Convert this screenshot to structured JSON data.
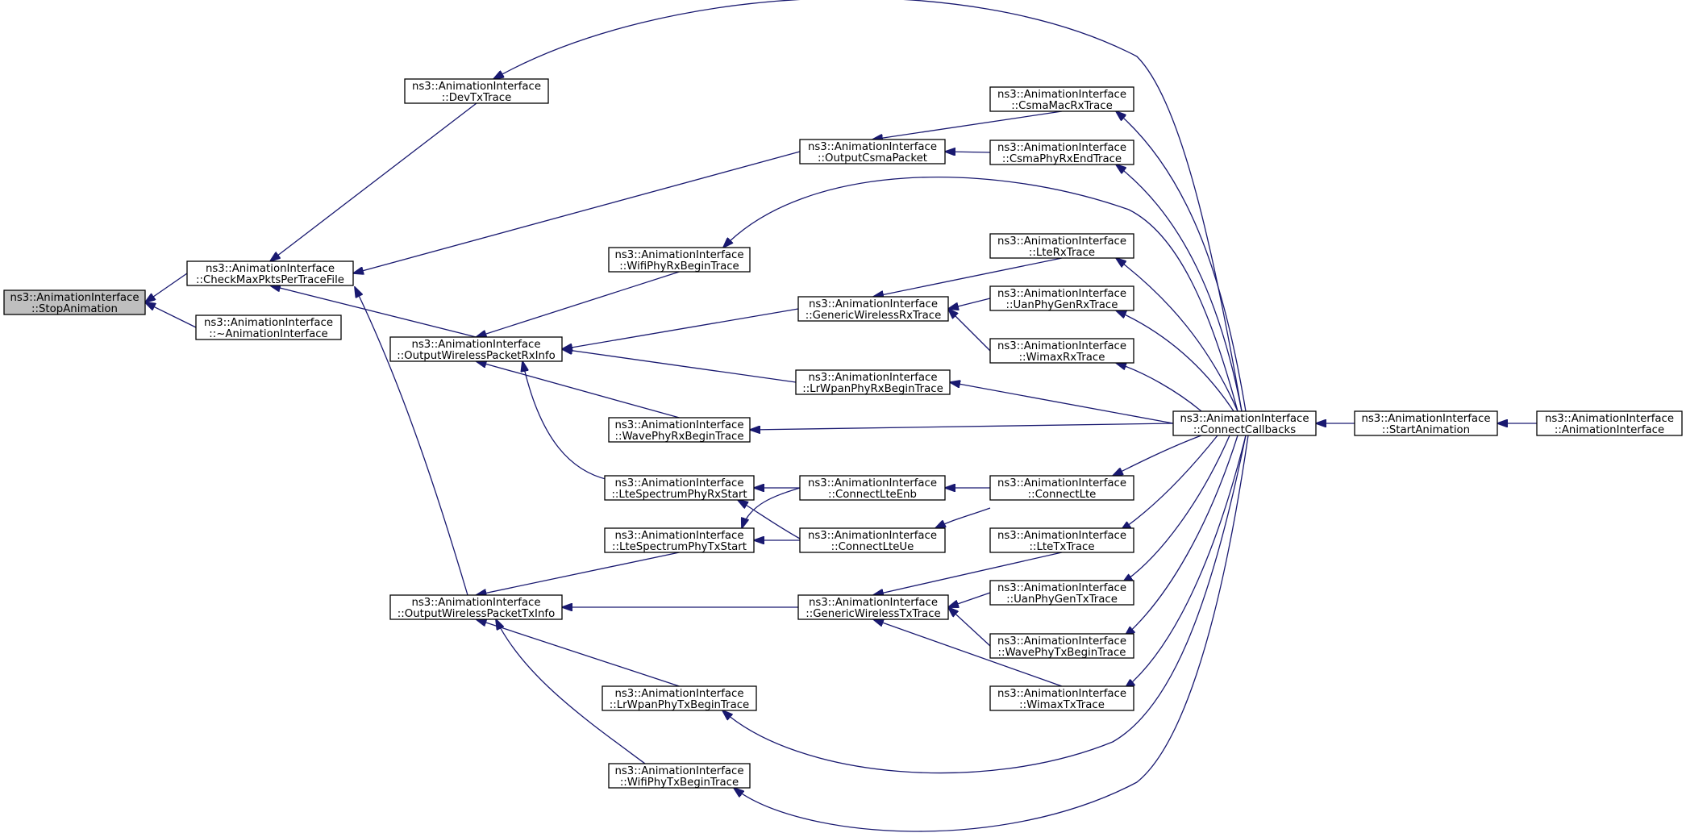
{
  "diagram": {
    "type": "doxygen-caller-graph",
    "edge_color": "#191970",
    "root_fill": "#bfbfbf",
    "nodes": [
      {
        "id": "StopAnimation",
        "line1": "ns3::AnimationInterface",
        "line2": "::StopAnimation",
        "root": true
      },
      {
        "id": "CheckMaxPktsPerTraceFile",
        "line1": "ns3::AnimationInterface",
        "line2": "::CheckMaxPktsPerTraceFile"
      },
      {
        "id": "Destructor",
        "line1": "ns3::AnimationInterface",
        "line2": "::~AnimationInterface"
      },
      {
        "id": "DevTxTrace",
        "line1": "ns3::AnimationInterface",
        "line2": "::DevTxTrace"
      },
      {
        "id": "OutputWirelessPacketRxInfo",
        "line1": "ns3::AnimationInterface",
        "line2": "::OutputWirelessPacketRxInfo"
      },
      {
        "id": "OutputWirelessPacketTxInfo",
        "line1": "ns3::AnimationInterface",
        "line2": "::OutputWirelessPacketTxInfo"
      },
      {
        "id": "WifiPhyRxBeginTrace",
        "line1": "ns3::AnimationInterface",
        "line2": "::WifiPhyRxBeginTrace"
      },
      {
        "id": "WavePhyRxBeginTrace",
        "line1": "ns3::AnimationInterface",
        "line2": "::WavePhyRxBeginTrace"
      },
      {
        "id": "LteSpectrumPhyRxStart",
        "line1": "ns3::AnimationInterface",
        "line2": "::LteSpectrumPhyRxStart"
      },
      {
        "id": "LteSpectrumPhyTxStart",
        "line1": "ns3::AnimationInterface",
        "line2": "::LteSpectrumPhyTxStart"
      },
      {
        "id": "LrWpanPhyTxBeginTrace",
        "line1": "ns3::AnimationInterface",
        "line2": "::LrWpanPhyTxBeginTrace"
      },
      {
        "id": "WifiPhyTxBeginTrace",
        "line1": "ns3::AnimationInterface",
        "line2": "::WifiPhyTxBeginTrace"
      },
      {
        "id": "OutputCsmaPacket",
        "line1": "ns3::AnimationInterface",
        "line2": "::OutputCsmaPacket"
      },
      {
        "id": "GenericWirelessRxTrace",
        "line1": "ns3::AnimationInterface",
        "line2": "::GenericWirelessRxTrace"
      },
      {
        "id": "LrWpanPhyRxBeginTrace",
        "line1": "ns3::AnimationInterface",
        "line2": "::LrWpanPhyRxBeginTrace"
      },
      {
        "id": "ConnectLteEnb",
        "line1": "ns3::AnimationInterface",
        "line2": "::ConnectLteEnb"
      },
      {
        "id": "ConnectLteUe",
        "line1": "ns3::AnimationInterface",
        "line2": "::ConnectLteUe"
      },
      {
        "id": "GenericWirelessTxTrace",
        "line1": "ns3::AnimationInterface",
        "line2": "::GenericWirelessTxTrace"
      },
      {
        "id": "CsmaMacRxTrace",
        "line1": "ns3::AnimationInterface",
        "line2": "::CsmaMacRxTrace"
      },
      {
        "id": "CsmaPhyRxEndTrace",
        "line1": "ns3::AnimationInterface",
        "line2": "::CsmaPhyRxEndTrace"
      },
      {
        "id": "LteRxTrace",
        "line1": "ns3::AnimationInterface",
        "line2": "::LteRxTrace"
      },
      {
        "id": "UanPhyGenRxTrace",
        "line1": "ns3::AnimationInterface",
        "line2": "::UanPhyGenRxTrace"
      },
      {
        "id": "WimaxRxTrace",
        "line1": "ns3::AnimationInterface",
        "line2": "::WimaxRxTrace"
      },
      {
        "id": "ConnectLte",
        "line1": "ns3::AnimationInterface",
        "line2": "::ConnectLte"
      },
      {
        "id": "LteTxTrace",
        "line1": "ns3::AnimationInterface",
        "line2": "::LteTxTrace"
      },
      {
        "id": "UanPhyGenTxTrace",
        "line1": "ns3::AnimationInterface",
        "line2": "::UanPhyGenTxTrace"
      },
      {
        "id": "WavePhyTxBeginTrace",
        "line1": "ns3::AnimationInterface",
        "line2": "::WavePhyTxBeginTrace"
      },
      {
        "id": "WimaxTxTrace",
        "line1": "ns3::AnimationInterface",
        "line2": "::WimaxTxTrace"
      },
      {
        "id": "ConnectCallbacks",
        "line1": "ns3::AnimationInterface",
        "line2": "::ConnectCallbacks"
      },
      {
        "id": "StartAnimation",
        "line1": "ns3::AnimationInterface",
        "line2": "::StartAnimation"
      },
      {
        "id": "AnimationInterface",
        "line1": "ns3::AnimationInterface",
        "line2": "::AnimationInterface"
      }
    ],
    "edges": [
      {
        "from": "CheckMaxPktsPerTraceFile",
        "to": "StopAnimation"
      },
      {
        "from": "Destructor",
        "to": "StopAnimation"
      },
      {
        "from": "DevTxTrace",
        "to": "CheckMaxPktsPerTraceFile"
      },
      {
        "from": "OutputCsmaPacket",
        "to": "CheckMaxPktsPerTraceFile"
      },
      {
        "from": "OutputWirelessPacketRxInfo",
        "to": "CheckMaxPktsPerTraceFile"
      },
      {
        "from": "OutputWirelessPacketTxInfo",
        "to": "CheckMaxPktsPerTraceFile"
      },
      {
        "from": "ConnectCallbacks",
        "to": "DevTxTrace"
      },
      {
        "from": "CsmaMacRxTrace",
        "to": "OutputCsmaPacket"
      },
      {
        "from": "CsmaPhyRxEndTrace",
        "to": "OutputCsmaPacket"
      },
      {
        "from": "ConnectCallbacks",
        "to": "CsmaMacRxTrace"
      },
      {
        "from": "ConnectCallbacks",
        "to": "CsmaPhyRxEndTrace"
      },
      {
        "from": "ConnectCallbacks",
        "to": "WifiPhyRxBeginTrace"
      },
      {
        "from": "WifiPhyRxBeginTrace",
        "to": "OutputWirelessPacketRxInfo"
      },
      {
        "from": "GenericWirelessRxTrace",
        "to": "OutputWirelessPacketRxInfo"
      },
      {
        "from": "LrWpanPhyRxBeginTrace",
        "to": "OutputWirelessPacketRxInfo"
      },
      {
        "from": "WavePhyRxBeginTrace",
        "to": "OutputWirelessPacketRxInfo"
      },
      {
        "from": "LteSpectrumPhyRxStart",
        "to": "OutputWirelessPacketRxInfo"
      },
      {
        "from": "LteRxTrace",
        "to": "GenericWirelessRxTrace"
      },
      {
        "from": "UanPhyGenRxTrace",
        "to": "GenericWirelessRxTrace"
      },
      {
        "from": "WimaxRxTrace",
        "to": "GenericWirelessRxTrace"
      },
      {
        "from": "ConnectCallbacks",
        "to": "LteRxTrace"
      },
      {
        "from": "ConnectCallbacks",
        "to": "UanPhyGenRxTrace"
      },
      {
        "from": "ConnectCallbacks",
        "to": "WimaxRxTrace"
      },
      {
        "from": "ConnectCallbacks",
        "to": "LrWpanPhyRxBeginTrace"
      },
      {
        "from": "ConnectCallbacks",
        "to": "WavePhyRxBeginTrace"
      },
      {
        "from": "ConnectLteEnb",
        "to": "LteSpectrumPhyRxStart"
      },
      {
        "from": "ConnectLteUe",
        "to": "LteSpectrumPhyRxStart"
      },
      {
        "from": "ConnectLteEnb",
        "to": "LteSpectrumPhyTxStart"
      },
      {
        "from": "ConnectLteUe",
        "to": "LteSpectrumPhyTxStart"
      },
      {
        "from": "ConnectLte",
        "to": "ConnectLteEnb"
      },
      {
        "from": "ConnectLte",
        "to": "ConnectLteUe"
      },
      {
        "from": "ConnectCallbacks",
        "to": "ConnectLte"
      },
      {
        "from": "LteSpectrumPhyTxStart",
        "to": "OutputWirelessPacketTxInfo"
      },
      {
        "from": "GenericWirelessTxTrace",
        "to": "OutputWirelessPacketTxInfo"
      },
      {
        "from": "LrWpanPhyTxBeginTrace",
        "to": "OutputWirelessPacketTxInfo"
      },
      {
        "from": "WifiPhyTxBeginTrace",
        "to": "OutputWirelessPacketTxInfo"
      },
      {
        "from": "LteTxTrace",
        "to": "GenericWirelessTxTrace"
      },
      {
        "from": "UanPhyGenTxTrace",
        "to": "GenericWirelessTxTrace"
      },
      {
        "from": "WavePhyTxBeginTrace",
        "to": "GenericWirelessTxTrace"
      },
      {
        "from": "WimaxTxTrace",
        "to": "GenericWirelessTxTrace"
      },
      {
        "from": "ConnectCallbacks",
        "to": "LteTxTrace"
      },
      {
        "from": "ConnectCallbacks",
        "to": "UanPhyGenTxTrace"
      },
      {
        "from": "ConnectCallbacks",
        "to": "WavePhyTxBeginTrace"
      },
      {
        "from": "ConnectCallbacks",
        "to": "WimaxTxTrace"
      },
      {
        "from": "ConnectCallbacks",
        "to": "LrWpanPhyTxBeginTrace"
      },
      {
        "from": "ConnectCallbacks",
        "to": "WifiPhyTxBeginTrace"
      },
      {
        "from": "StartAnimation",
        "to": "ConnectCallbacks"
      },
      {
        "from": "AnimationInterface",
        "to": "StartAnimation"
      }
    ]
  }
}
